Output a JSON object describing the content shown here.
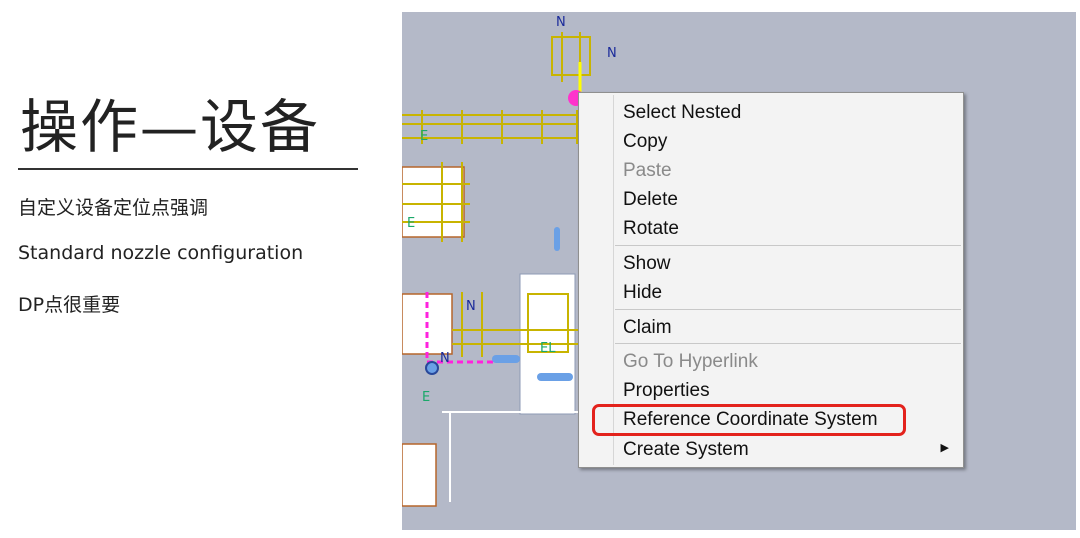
{
  "slide": {
    "title": "操作—设备",
    "bullets": [
      "自定义设备定位点强调",
      "Standard nozzle configuration",
      "DP点很重要"
    ]
  },
  "canvas": {
    "north_label": "N",
    "east_label": "E",
    "el_label": "EL",
    "background_color": "#b4b9c8"
  },
  "context_menu": {
    "items": [
      {
        "label": "Select Nested",
        "enabled": true
      },
      {
        "label": "Copy",
        "enabled": true
      },
      {
        "label": "Paste",
        "enabled": false
      },
      {
        "label": "Delete",
        "enabled": true
      },
      {
        "label": "Rotate",
        "enabled": true
      },
      {
        "label": "Show",
        "enabled": true
      },
      {
        "label": "Hide",
        "enabled": true
      },
      {
        "label": "Claim",
        "enabled": true
      },
      {
        "label": "Go To Hyperlink",
        "enabled": false
      },
      {
        "label": "Properties",
        "enabled": true
      },
      {
        "label": "Reference Coordinate System",
        "enabled": true,
        "highlighted": true
      },
      {
        "label": "Create System",
        "enabled": true,
        "has_submenu": true
      }
    ],
    "submenu_arrow_icon": "triangle-right-icon",
    "highlight_color": "#e3221c"
  }
}
